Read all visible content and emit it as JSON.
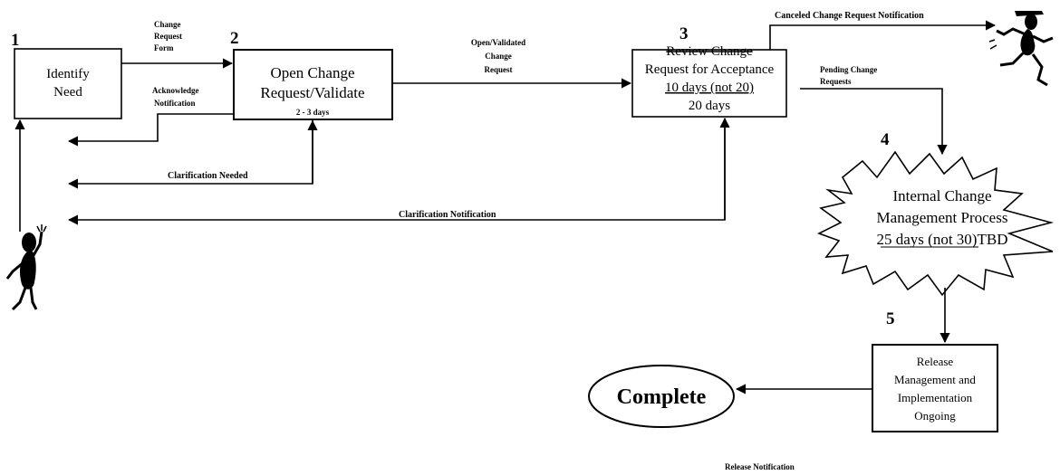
{
  "steps": [
    {
      "num": "1",
      "lines": [
        "Identify",
        "Need"
      ]
    },
    {
      "num": "2",
      "lines": [
        "Open Change",
        "Request/Validate"
      ],
      "sub": "2 - 3 days"
    },
    {
      "num": "3",
      "title": "Review Change",
      "lines": [
        "Request for Acceptance",
        "10 days (not 20)",
        "20 days"
      ]
    },
    {
      "num": "4",
      "lines": [
        "Internal Change",
        "Management Process",
        "25 days (not 30)TBD"
      ]
    },
    {
      "num": "5",
      "lines": [
        "Release",
        "Management and",
        "Implementation",
        "Ongoing"
      ]
    }
  ],
  "complete": "Complete",
  "flows": {
    "change_request_form": [
      "Change",
      "Request",
      "Form"
    ],
    "acknowledge": [
      "Acknowledge",
      "Notification"
    ],
    "clarification_needed": "Clarification Needed",
    "open_validated": [
      "Open/Validated",
      "Change",
      "Request"
    ],
    "clarification_notification": "Clarification Notification",
    "canceled": "Canceled Change Request Notification",
    "pending": [
      "Pending Change",
      "Requests"
    ],
    "release_notification": "Release Notification"
  },
  "colors": {
    "line": "#000000",
    "figure": "#000000",
    "background": "#ffffff"
  }
}
